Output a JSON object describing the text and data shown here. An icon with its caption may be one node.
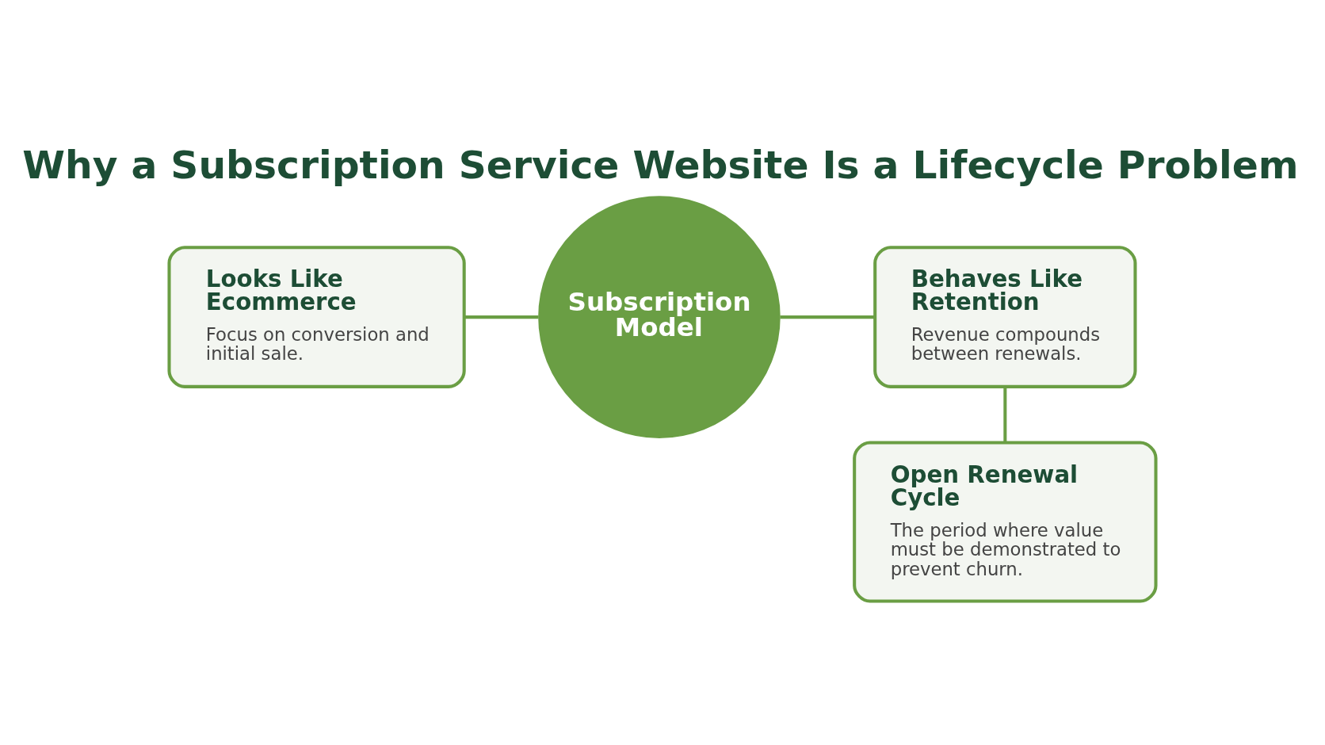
{
  "diagram": {
    "title": "Why a Subscription Service Website Is a Lifecycle Problem",
    "nodes": [
      {
        "text": [
          "Looks Like Ecommerce",
          "Focus on conversion and initial sale."
        ]
      },
      {
        "text": [
          "Subscription Model"
        ]
      },
      {
        "text": [
          "Behaves Like Retention",
          "Revenue compounds between renewals."
        ]
      },
      {
        "text": [
          "Open Renewal Cycle",
          "The period where value must be demonstrated to prevent churn."
        ]
      }
    ],
    "edges": [
      {
        "from": 0,
        "to": 1,
        "arrow": "none"
      },
      {
        "from": 1,
        "to": 2,
        "arrow": "none"
      },
      {
        "from": 2,
        "to": 3,
        "arrow": "none"
      }
    ]
  }
}
